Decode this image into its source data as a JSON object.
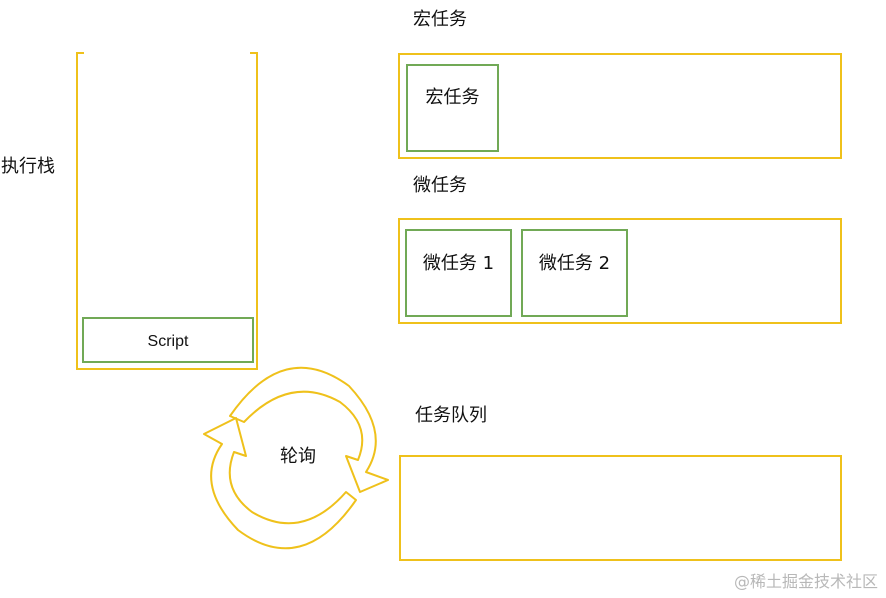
{
  "execution_stack": {
    "label": "执行栈",
    "script_label": "Script"
  },
  "macro_tasks": {
    "label": "宏任务",
    "item_label": "宏任务"
  },
  "micro_tasks": {
    "label": "微任务",
    "items": [
      "微任务 1",
      "微任务 2"
    ]
  },
  "task_queue": {
    "label": "任务队列"
  },
  "event_loop": {
    "label": "轮询"
  },
  "watermark": "@稀土掘金技术社区",
  "colors": {
    "container_border": "#efc11b",
    "item_border": "#71a956",
    "text": "#111111",
    "watermark": "#b8b8b8"
  }
}
